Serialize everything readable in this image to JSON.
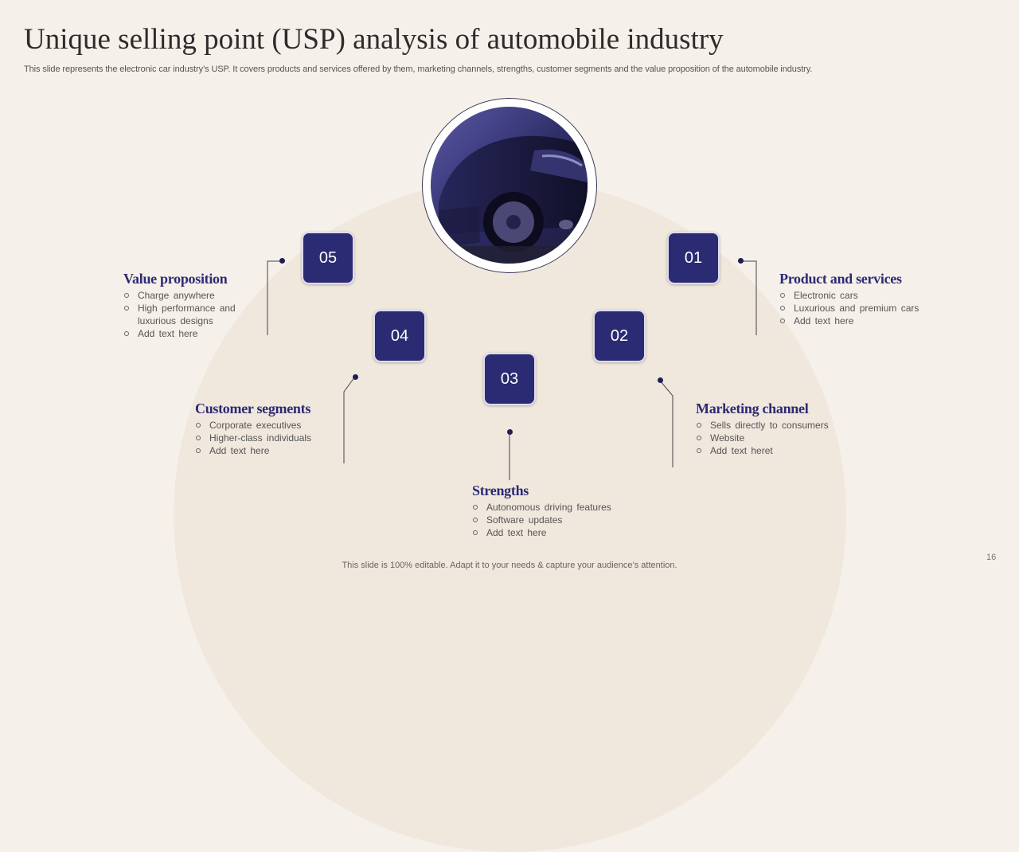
{
  "slide": {
    "title": "Unique selling point (USP) analysis of automobile industry",
    "subtitle": "This slide represents the electronic car industry’s USP. It covers products and services offered by them, marketing channels, strengths, customer segments and the value proposition of the automobile industry.",
    "footer": "This slide is 100% editable. Adapt it to your needs & capture your audience’s attention.",
    "page_number": "16"
  },
  "steps": [
    {
      "number": "01",
      "title": "Product and services",
      "items": [
        "Electronic cars",
        "Luxurious and premium cars",
        "Add text here"
      ]
    },
    {
      "number": "02",
      "title": "Marketing channel",
      "items": [
        "Sells directly to consumers",
        "Website",
        "Add text heret"
      ]
    },
    {
      "number": "03",
      "title": "Strengths",
      "items": [
        "Autonomous driving features",
        "Software updates",
        "Add text here"
      ]
    },
    {
      "number": "04",
      "title": "Customer segments",
      "items": [
        "Corporate  executives",
        "Higher-class  individuals",
        "Add text here"
      ]
    },
    {
      "number": "05",
      "title": "Value proposition",
      "items": [
        "Charge anywhere",
        "High performance  and luxurious designs",
        "Add text here"
      ]
    }
  ],
  "colors": {
    "background": "#f6f0ea",
    "arc": "#f0e7dd",
    "accent": "#2b2b74"
  }
}
